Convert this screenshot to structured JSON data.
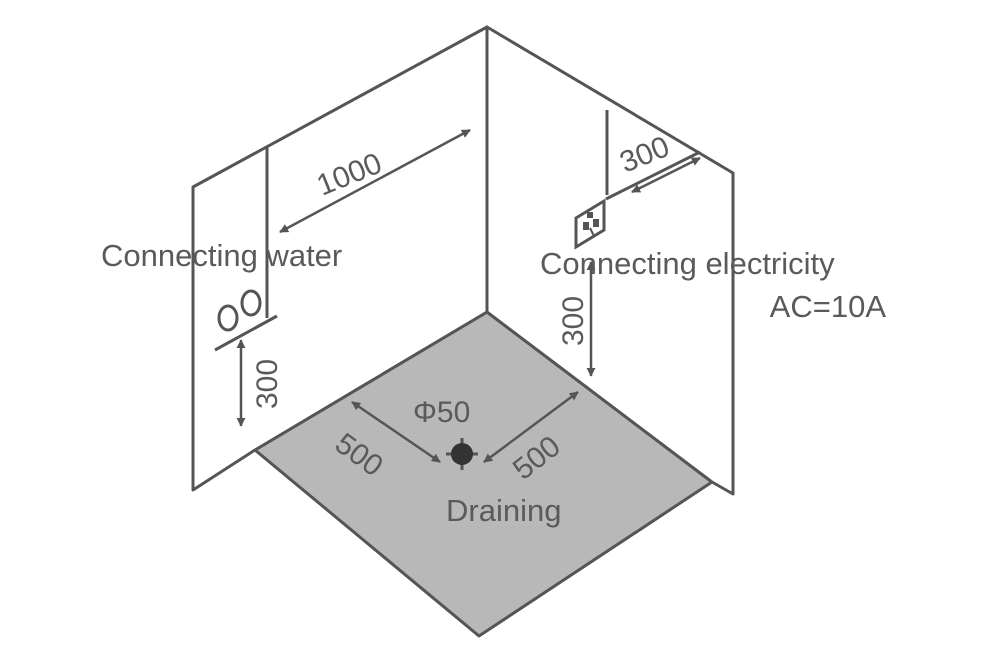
{
  "labels": {
    "water": "Connecting water",
    "electricity": "Connecting electricity",
    "power": "AC=10A",
    "draining": "Draining",
    "drain_diameter": "Φ50"
  },
  "dimensions": {
    "wall_span": "1000",
    "water_height": "300",
    "socket_offset": "300",
    "socket_height": "300",
    "drain_left": "500",
    "drain_right": "500"
  },
  "colors": {
    "line": "#555555",
    "floor": "#b8b8b8",
    "text": "#5a5a5a"
  },
  "icons": {
    "water_outlet": "double-ring-tap-icon",
    "socket": "power-socket-icon",
    "drain": "drain-hole-icon"
  }
}
